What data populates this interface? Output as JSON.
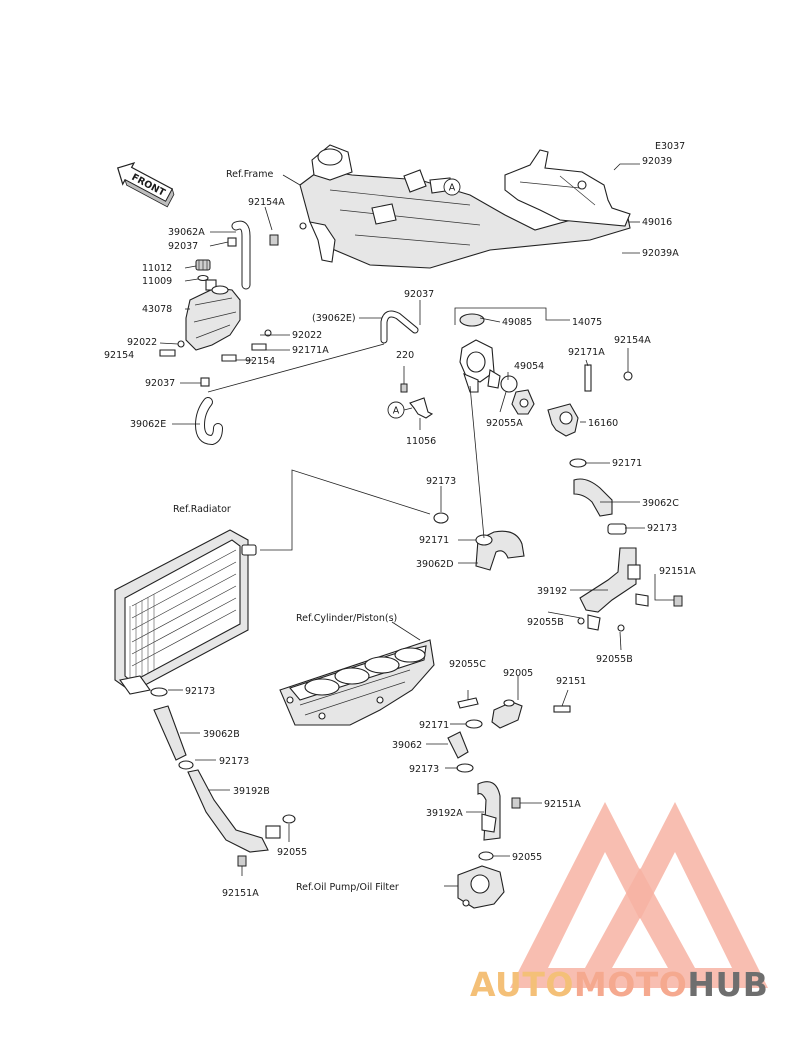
{
  "diagram_code": "E3037",
  "front_label": "FRONT",
  "callouts": {
    "ref_frame": "Ref.Frame",
    "ref_radiator": "Ref.Radiator",
    "ref_cylinder": "Ref.Cylinder/Piston(s)",
    "ref_oil_pump": "Ref.Oil Pump/Oil Filter",
    "marker_a": "A"
  },
  "parts": {
    "p92039": "92039",
    "p49016": "49016",
    "p92039A": "92039A",
    "p92154A_top": "92154A",
    "p39062A": "39062A",
    "p92037_left": "92037",
    "p11012": "11012",
    "p11009": "11009",
    "p43078": "43078",
    "p92022_a": "92022",
    "p92022_b": "92022",
    "p92154_a": "92154",
    "p92171A_left": "92171A",
    "p92154_b": "92154",
    "p92037_lower": "92037",
    "p39062E": "39062E",
    "p92037_mid": "92037",
    "p39062E_ref": "(39062E)",
    "p49085": "49085",
    "p14075": "14075",
    "p220": "220",
    "p49054": "49054",
    "p92171A_right": "92171A",
    "p92154A_right": "92154A",
    "p11056": "11056",
    "p92055A": "92055A",
    "p16160": "16160",
    "p92171_right": "92171",
    "p92173_upper": "92173",
    "p39062C": "39062C",
    "p92173_right": "92173",
    "p92171_mid": "92171",
    "p39062D": "39062D",
    "p39192": "39192",
    "p92151A_right": "92151A",
    "p92055B_left": "92055B",
    "p92055B_right": "92055B",
    "p92055C": "92055C",
    "p92005": "92005",
    "p92151": "92151",
    "p92171_low": "92171",
    "p39062": "39062",
    "p92173_low": "92173",
    "p92173_rad": "92173",
    "p39062B": "39062B",
    "p92173_rad2": "92173",
    "p39192B": "39192B",
    "p92055": "92055",
    "p92151A_left": "92151A",
    "p39192A": "39192A",
    "p92151A_low": "92151A",
    "p92055_low": "92055"
  },
  "watermark": {
    "part1": "AUTO",
    "part2": "MOTO",
    "part3": "HUB",
    "color_primary": "#f5a98f",
    "color_secondary": "#f4c078",
    "color_dark": "#6e6e6e"
  }
}
